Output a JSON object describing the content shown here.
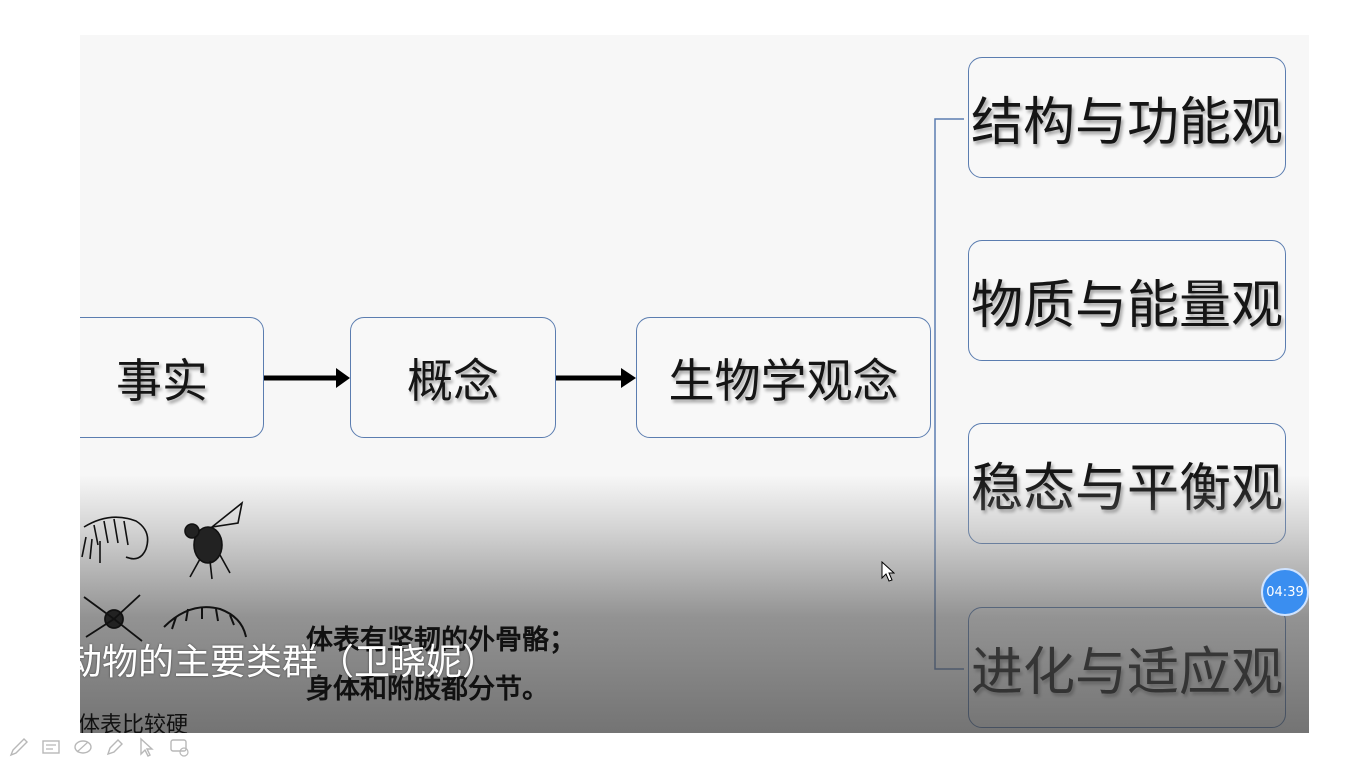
{
  "diagram": {
    "nodes": {
      "fact": "事实",
      "concept": "概念",
      "bio_view": "生物学观念"
    },
    "views": [
      "结构与功能观",
      "物质与能量观",
      "稳态与平衡观",
      "进化与适应观"
    ]
  },
  "captions": {
    "lesson_title": "动物的主要类群（卫晓妮）",
    "feature_line1": "体表有坚韧的外骨骼；",
    "feature_line2": "身体和附肢都分节。",
    "bottom_text": "体表比较硬"
  },
  "player": {
    "timer": "04:39"
  },
  "toolbar": {
    "tools": [
      "pen-icon",
      "screenshot-icon",
      "eraser-icon",
      "highlighter-icon",
      "pointer-icon",
      "whiteboard-icon"
    ]
  },
  "colors": {
    "box_border": "#5b7db0",
    "connector": "#5b7db0",
    "arrow": "#000000",
    "timer_bg": "#3a8ef0"
  }
}
